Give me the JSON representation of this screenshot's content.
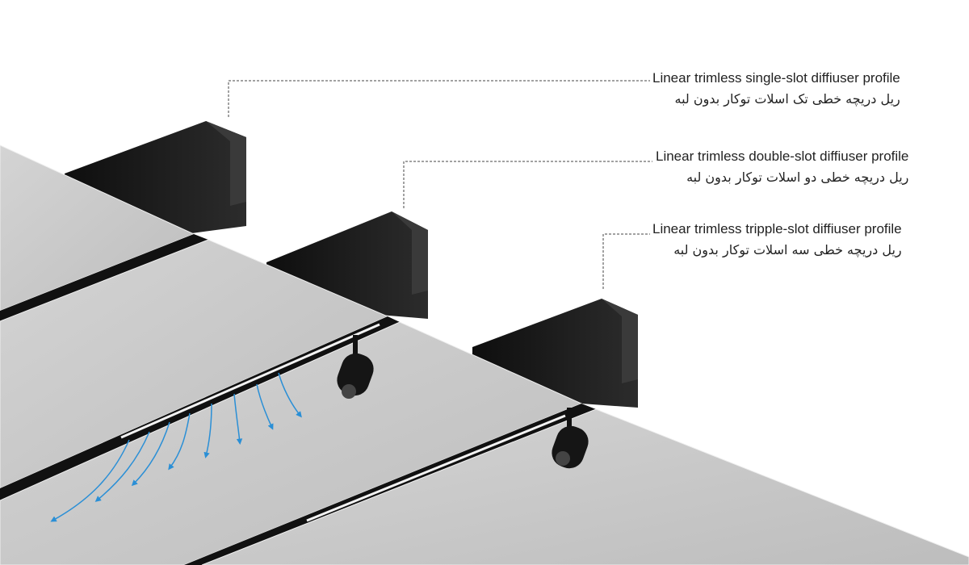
{
  "labels": [
    {
      "en": "Linear trimless single-slot diffiuser profile",
      "fa": "ریل دریچه خطی تک اسلات توکار بدون لبه"
    },
    {
      "en": "Linear trimless double-slot diffiuser profile",
      "fa": "ریل دریچه خطی دو اسلات توکار بدون لبه"
    },
    {
      "en": "Linear trimless tripple-slot diffiuser profile",
      "fa": "ریل دریچه خطی سه اسلات توکار بدون لبه"
    }
  ],
  "colors": {
    "panel": "#c9c9c9",
    "panel_light": "#d6d6d6",
    "profile": "#1a1a1a",
    "airflow": "#2a8fd6",
    "leader": "#444444"
  }
}
